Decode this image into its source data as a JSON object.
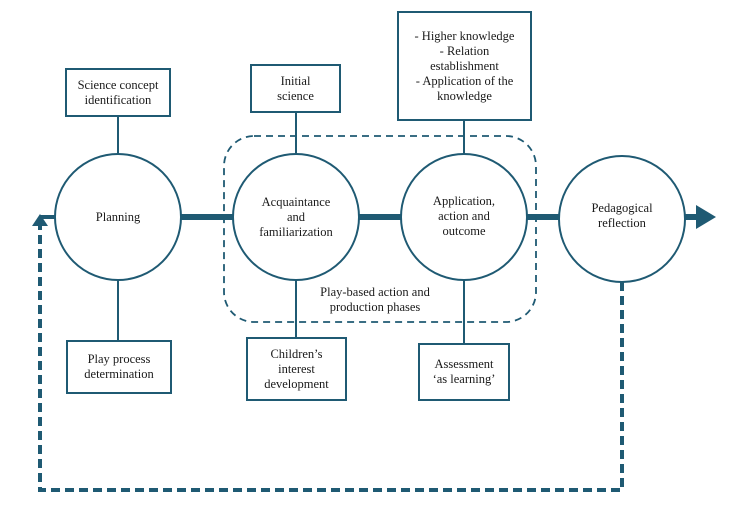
{
  "diagram": {
    "colors": {
      "stroke": "#1f5a73",
      "text": "#1a1a1a",
      "background": "#ffffff"
    },
    "phases": [
      {
        "id": "planning",
        "label": [
          "Planning"
        ]
      },
      {
        "id": "acquaintance",
        "label": [
          "Acquaintance",
          "and",
          "familiarization"
        ]
      },
      {
        "id": "application",
        "label": [
          "Application,",
          "action and",
          "outcome"
        ]
      },
      {
        "id": "reflection",
        "label": [
          "Pedagogical",
          "reflection"
        ]
      }
    ],
    "top_boxes": [
      {
        "attached_to": "planning",
        "label": [
          "Science concept",
          "identification"
        ]
      },
      {
        "attached_to": "acquaintance",
        "label": [
          "Initial",
          "science"
        ]
      },
      {
        "attached_to": "application",
        "label": [
          "- Higher knowledge",
          "- Relation",
          "establishment",
          "- Application of the",
          "knowledge"
        ]
      }
    ],
    "bottom_boxes": [
      {
        "attached_to": "planning",
        "label": [
          "Play process",
          "determination"
        ]
      },
      {
        "attached_to": "acquaintance",
        "label": [
          "Children’s",
          "interest",
          "development"
        ]
      },
      {
        "attached_to": "application",
        "label": [
          "Assessment",
          "‘as learning’"
        ]
      }
    ],
    "group": {
      "label": [
        "Play-based action and",
        "production phases"
      ],
      "contains": [
        "acquaintance",
        "application"
      ]
    },
    "flow": {
      "main_arrow": "left-to-right",
      "feedback_loop": "dashed return from Pedagogical reflection to Planning"
    }
  }
}
